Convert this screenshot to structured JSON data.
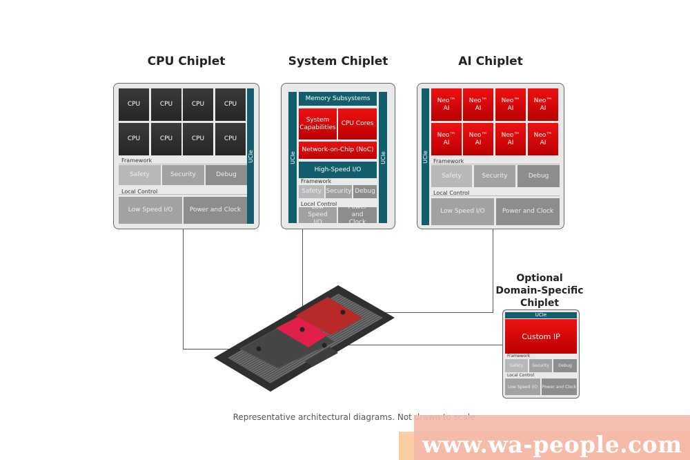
{
  "cpu_chiplet": {
    "title": "CPU Chiplet",
    "cores": [
      "CPU",
      "CPU",
      "CPU",
      "CPU",
      "CPU",
      "CPU",
      "CPU",
      "CPU"
    ],
    "ucie": "UCIe",
    "framework_label": "Framework",
    "framework": [
      "Safety",
      "Security",
      "Debug"
    ],
    "local_control_label": "Local Control",
    "local_control": [
      "Low Speed I/O",
      "Power and Clock"
    ]
  },
  "system_chiplet": {
    "title": "System Chiplet",
    "ucie": "UCIe",
    "memory": "Memory Subsystems",
    "system_capabilities": "System Capabilities",
    "cpu_cores": "CPU Cores",
    "noc": "Network-on-Chip (NoC)",
    "hsio": "High-Speed I/O",
    "framework_label": "Framework",
    "framework": [
      "Safety",
      "Security",
      "Debug"
    ],
    "local_control_label": "Local Control",
    "local_control": [
      "Low Speed I/O",
      "Power and Clock"
    ]
  },
  "ai_chiplet": {
    "title": "AI Chiplet",
    "ucie": "UCIe",
    "cores": [
      "Neo™ AI",
      "Neo™ AI",
      "Neo™ AI",
      "Neo™ AI",
      "Neo™ AI",
      "Neo™ AI",
      "Neo™ AI",
      "Neo™ AI"
    ],
    "framework_label": "Framework",
    "framework": [
      "Safety",
      "Security",
      "Debug"
    ],
    "local_control_label": "Local Control",
    "local_control": [
      "Low Speed I/O",
      "Power and Clock"
    ]
  },
  "optional_chiplet": {
    "title": "Optional Domain-Specific Chiplet",
    "ucie": "UCIe",
    "custom_ip": "Custom IP",
    "framework_label": "Framework",
    "framework": [
      "Safety",
      "Security",
      "Debug"
    ],
    "local_control_label": "Local Control",
    "local_control": [
      "Low Speed I/O",
      "Power and Clock"
    ]
  },
  "caption": "Representative architectural diagrams. Not drawn to scale.",
  "watermark": "www.wa-people.com",
  "colors": {
    "red": "#d40000",
    "teal": "#135e6c",
    "dark": "#2e2e2e"
  }
}
